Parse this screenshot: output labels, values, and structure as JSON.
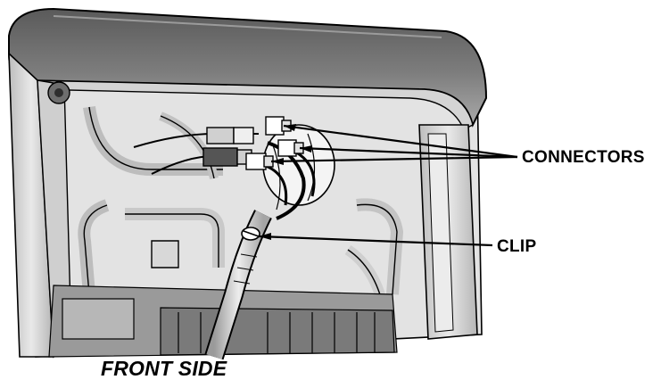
{
  "labels": {
    "connectors": "CONNECTORS",
    "clip": "CLIP",
    "front_side": "FRONT SIDE"
  },
  "colors": {
    "line": "#000000",
    "housing_dark": "#5a5a5a",
    "housing_mid": "#8c8c8c",
    "housing_light": "#c8c8c8",
    "panel": "#e6e6e6",
    "background": "#ffffff"
  },
  "parts": {
    "connectors": [
      "connector-1",
      "connector-2",
      "connector-3"
    ],
    "clip": "clip",
    "harness": "wire-harness"
  }
}
